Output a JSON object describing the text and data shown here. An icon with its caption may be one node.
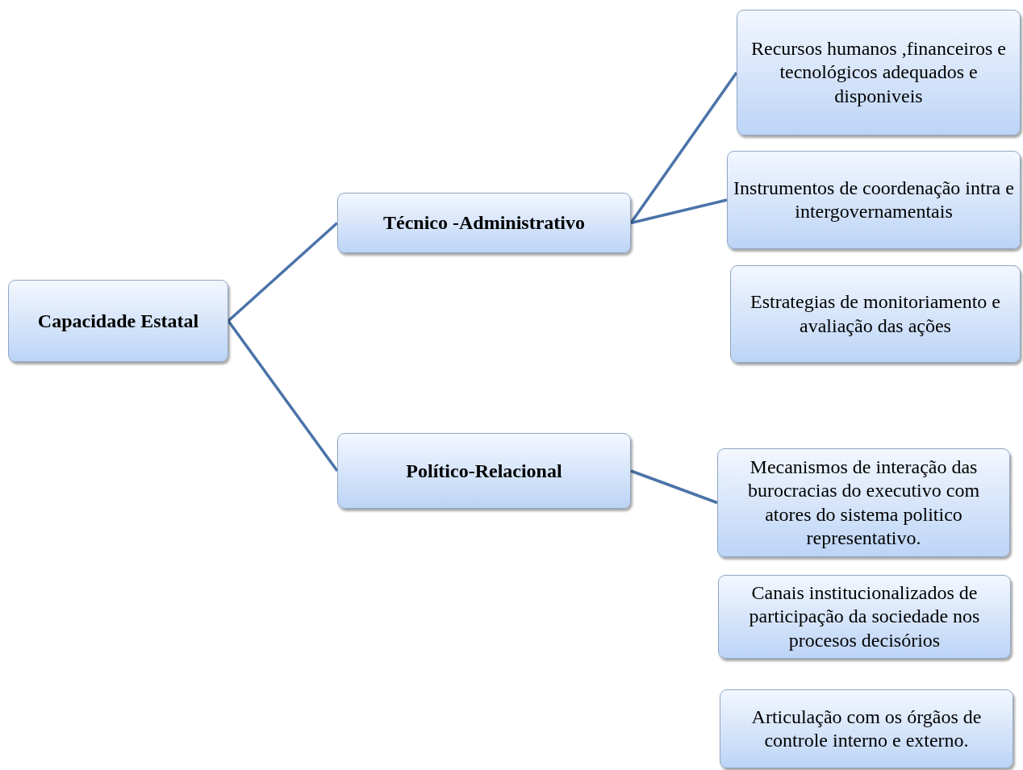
{
  "diagram": {
    "nodes": [
      {
        "text": [
          "Capacidade Estatal"
        ]
      },
      {
        "text": [
          "Técnico -Administrativo"
        ]
      },
      {
        "text": [
          "Político-Relacional"
        ]
      },
      {
        "text": [
          "Recursos humanos ,financeiros e tecnológicos adequados e disponiveis"
        ]
      },
      {
        "text": [
          "Instrumentos de coordenação intra e intergovernamentais"
        ]
      },
      {
        "text": [
          "Estrategias de monitoriamento e avaliação das ações"
        ]
      },
      {
        "text": [
          "Mecanismos de interação das burocracias do executivo com atores do sistema politico representativo."
        ]
      },
      {
        "text": [
          "Canais institucionalizados de participação da sociedade nos procesos decisórios"
        ]
      },
      {
        "text": [
          "Articulação com os órgãos de controle interno e externo."
        ]
      }
    ],
    "edges": [
      {
        "from": 0,
        "to": 1,
        "arrow": "none"
      },
      {
        "from": 0,
        "to": 2,
        "arrow": "none"
      },
      {
        "from": 1,
        "to": 3,
        "arrow": "none"
      },
      {
        "from": 1,
        "to": 4,
        "arrow": "none"
      },
      {
        "from": 2,
        "to": 6,
        "arrow": "none"
      }
    ]
  }
}
